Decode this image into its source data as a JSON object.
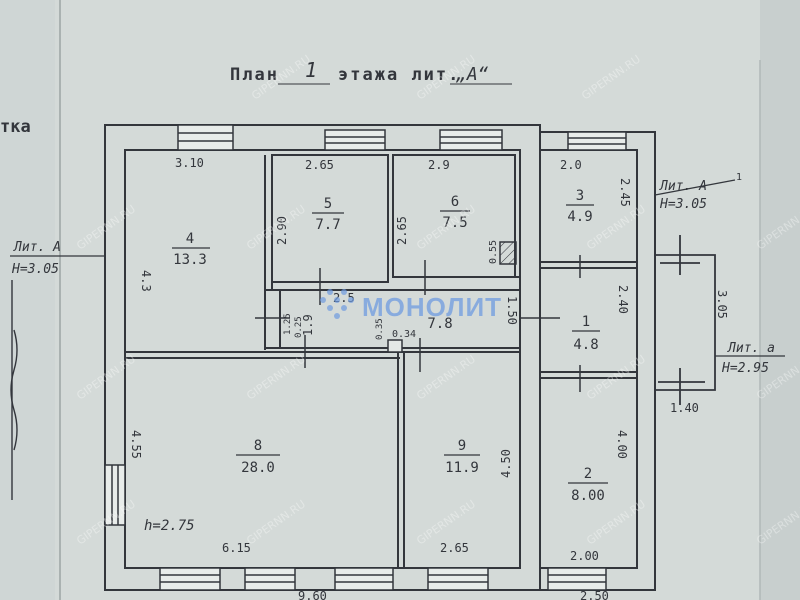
{
  "header": {
    "title_part1": "План",
    "title_floor": "1",
    "title_part2": "этажа лит.",
    "title_letter": "„А“",
    "left_fragment": "тка"
  },
  "watermark": {
    "text": "GIPERNN.RU"
  },
  "logo": {
    "text": "МОНОЛИТ"
  },
  "annotations": {
    "lit_a_left_1": "Лит. А",
    "lit_a_left_2": "Н=3.05",
    "lit_a1_1": "Лит. А",
    "lit_a1_sup": "1",
    "lit_a1_2": "Н=3.05",
    "lit_a_small_1": "Лит. а",
    "lit_a_small_2": "Н=2.95",
    "ceiling_height": "h=2.75"
  },
  "rooms": {
    "r4": {
      "number": "4",
      "area": "13.3"
    },
    "r5": {
      "number": "5",
      "area": "7.7"
    },
    "r6": {
      "number": "6",
      "area": "7.5"
    },
    "r3": {
      "number": "3",
      "area": "4.9"
    },
    "r7": {
      "area": "7.8"
    },
    "r1": {
      "number": "1",
      "area": "4.8"
    },
    "r8": {
      "number": "8",
      "area": "28.0"
    },
    "r9": {
      "number": "9",
      "area": "11.9"
    },
    "r2": {
      "number": "2",
      "area": "8.00"
    }
  },
  "dimensions": {
    "top_310": "3.10",
    "top_265": "2.65",
    "top_29": "2.9",
    "top_20": "2.0",
    "v_43": "4.3",
    "v_290": "2.90",
    "v_265": "2.65",
    "v_245": "2.45",
    "v_055": "0.55",
    "h_25": "2.5",
    "v_150": "1.50",
    "v_240": "2.40",
    "v_305": "3.05",
    "v_19": "1.9",
    "d_125": "1.25",
    "d_025": "0.25",
    "d_035": "0.35",
    "d_034": "0.34",
    "v_455": "4.55",
    "v_450": "4.50",
    "v_400": "4.00",
    "h_140": "1.40",
    "b_615": "6.15",
    "b_265": "2.65",
    "b_200": "2.00",
    "b_960": "9.60",
    "b_250": "2.50"
  },
  "colors": {
    "paper": "#d4dad8",
    "paper_edge": "#b9c1c1",
    "ink": "#33363c",
    "wall_fill": "#e4e8e6",
    "logo_blue": "#6f9be0"
  }
}
